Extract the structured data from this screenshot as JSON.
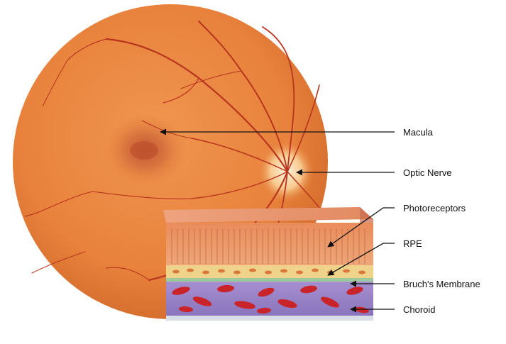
{
  "labels": {
    "macula": "Macula",
    "optic_nerve": "Optic Nerve",
    "photoreceptors": "Photoreceptors",
    "rpe": "RPE",
    "bruchs_membrane": "Bruch's Membrane",
    "choroid": "Choroid"
  },
  "colors": {
    "retina_base": "#e8823c",
    "retina_edge": "#d0692a",
    "vessel": "#b8351e",
    "macula": "#b8482a",
    "optic_disc": "#f7d3a0",
    "photoreceptor_layer": "#e89a6a",
    "rpe_layer": "#f0d38a",
    "bruchs_layer": "#9fc99a",
    "choroid_layer": "#9c86c8",
    "blood_cell": "#c8242a",
    "base_layer": "#d9dde6"
  }
}
